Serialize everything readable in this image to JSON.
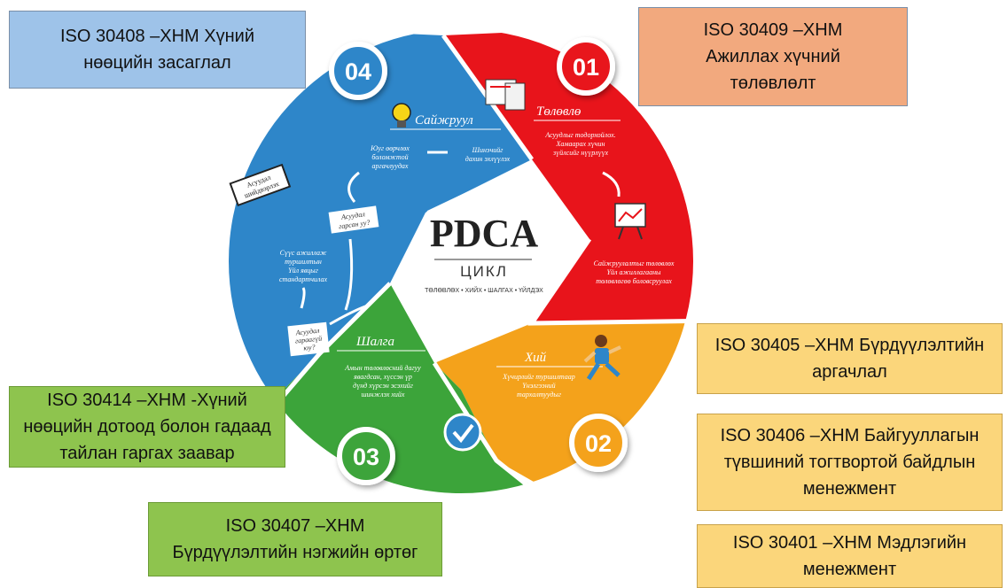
{
  "center": {
    "title": "PDCA",
    "subtitle": "ЦИКЛ",
    "tagline": "ТӨЛӨВЛӨХ • ХИЙХ • ШАЛГАХ • ҮЙЛДЭХ"
  },
  "stages": [
    {
      "number": "01",
      "label": "Төлөвлө",
      "color": "#e8141b",
      "texts": [
        "Асуудлыг тодорхойлох.",
        "Хамаарах хүчин",
        "зүйлсийг нүүрлүүх"
      ],
      "texts2": [
        "Сайжруулалтыг төлөвлөх",
        "Үйл ажиллагааны",
        "төлөвлөгөө боловсруулах"
      ],
      "icons": [
        "documents-icon",
        "chart-board-icon"
      ]
    },
    {
      "number": "02",
      "label": "Хий",
      "color": "#f4a21b",
      "texts": [
        "Хүчирлийг туршилтаар",
        "Үнэлгээний",
        "тархалтуудыг"
      ],
      "icons": [
        "runner-icon"
      ]
    },
    {
      "number": "03",
      "label": "Шалга",
      "color": "#3ca43a",
      "texts": [
        "Амын төлөвлөсний дагуу",
        "явагдсан, хүссэн үр",
        "дүнд хүрсэн эсэхийг",
        "шинжлэх хийх"
      ],
      "icons": [
        "check-circle-icon"
      ]
    },
    {
      "number": "04",
      "label": "Сайжруул",
      "color": "#2e86c9",
      "texts": [
        "Юуг өөрчлөх",
        "боломжтой",
        "аргачлуудах"
      ],
      "texts2": [
        "Шинэчийг",
        "дахин эхлүүлэх"
      ],
      "icons": [
        "lightbulb-icon"
      ]
    }
  ],
  "notes": {
    "n1": [
      "Асуудал",
      "гарсан уу?"
    ],
    "n2": [
      "Асуудал",
      "гараагүй",
      "юу?"
    ],
    "n3": [
      "Сүүс ажиллаж",
      "туршилтын",
      "Үйл явцыг",
      "стандартчилах"
    ],
    "n4": [
      "Асуудал",
      "шийдвэрлэх"
    ]
  },
  "boxes": {
    "iso30408": "ISO 30408 –ХНМ Хүний\nнөөцийн засаглал",
    "iso30409": "ISO 30409 –ХНМ\nАжиллах хүчний\nтөлөвлөлт",
    "iso30405": "ISO 30405 –ХНМ Бүрдүүлэлтийн\nаргачлал",
    "iso30406": "ISO 30406 –ХНМ Байгууллагын\nтүвшиний тогтвортой байдлын\nменежмент",
    "iso30401": "ISO 30401 –ХНМ Мэдлэгийн\nменежмент",
    "iso30414": "ISO 30414 –ХНМ -Хүний\nнөөцийн дотоод болон гадаад\nтайлан гаргах заавар",
    "iso30407": "ISO 30407 –ХНМ\nБүрдүүлэлтийн нэгжийн өртөг"
  }
}
